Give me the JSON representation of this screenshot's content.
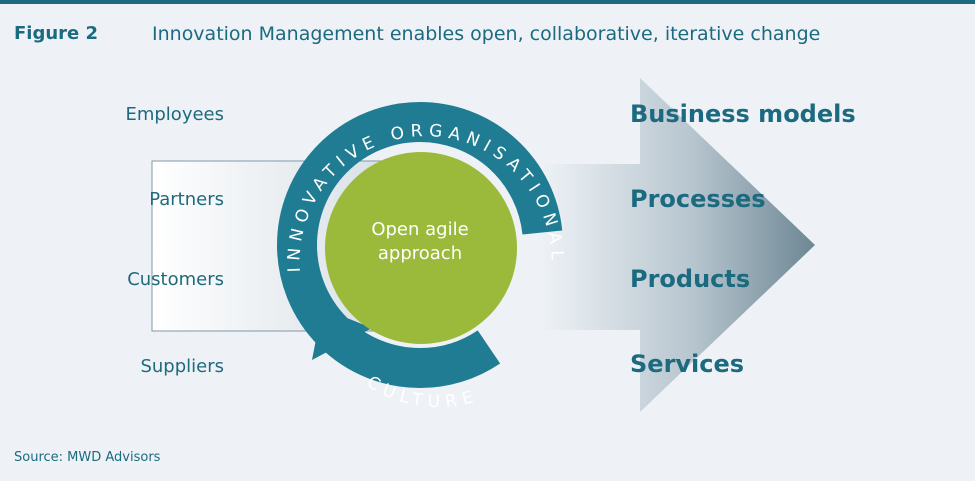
{
  "figure": {
    "label": "Figure 2",
    "title": "Innovation Management enables open, collaborative, iterative change"
  },
  "inputs": [
    {
      "label": "Employees"
    },
    {
      "label": "Partners"
    },
    {
      "label": "Customers"
    },
    {
      "label": "Suppliers"
    }
  ],
  "cycle": {
    "upper_arc_text": "INNOVATIVE ORGANISATIONAL",
    "lower_arc_text": "CULTURE",
    "center_line1": "Open agile",
    "center_line2": "approach"
  },
  "outputs": [
    {
      "label": "Business models"
    },
    {
      "label": "Processes"
    },
    {
      "label": "Products"
    },
    {
      "label": "Services"
    }
  ],
  "source": "Source: MWD Advisors",
  "colors": {
    "teal": "#1b6a80",
    "ring": "#1f7c92",
    "green": "#9bba3b",
    "arrow_dark": "#6d8794",
    "arrow_light": "#dfe6ec"
  }
}
